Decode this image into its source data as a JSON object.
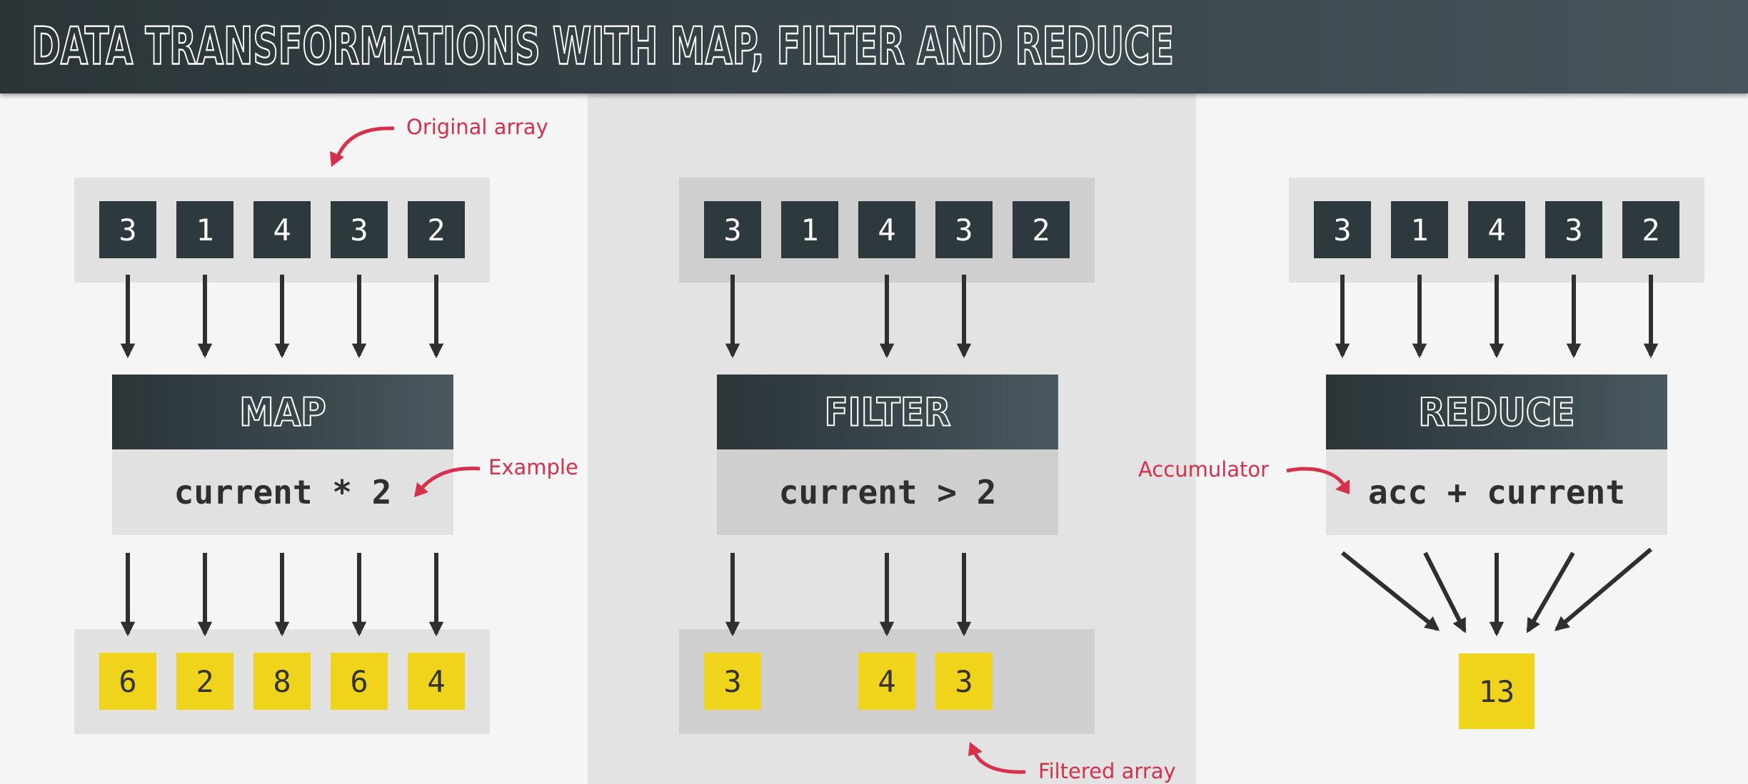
{
  "title": "DATA TRANSFORMATIONS WITH MAP, FILTER AND REDUCE",
  "colors": {
    "header_bg": "#2e393d",
    "input_cell": "#2e393d",
    "output_cell": "#f0d31b",
    "annotation": "#d8304a",
    "arrow": "#2f2f2f"
  },
  "map": {
    "input": [
      "3",
      "1",
      "4",
      "3",
      "2"
    ],
    "label": "MAP",
    "expression": "current * 2",
    "output": [
      "6",
      "2",
      "8",
      "6",
      "4"
    ],
    "annotations": {
      "input": "Original array",
      "expression": "Example"
    }
  },
  "filter": {
    "input": [
      "3",
      "1",
      "4",
      "3",
      "2"
    ],
    "label": "FILTER",
    "expression": "current > 2",
    "output": [
      "3",
      "4",
      "3"
    ],
    "annotations": {
      "output": "Filtered array"
    }
  },
  "reduce": {
    "input": [
      "3",
      "1",
      "4",
      "3",
      "2"
    ],
    "label": "REDUCE",
    "expression": "acc + current",
    "result": "13",
    "annotations": {
      "expression": "Accumulator"
    }
  }
}
